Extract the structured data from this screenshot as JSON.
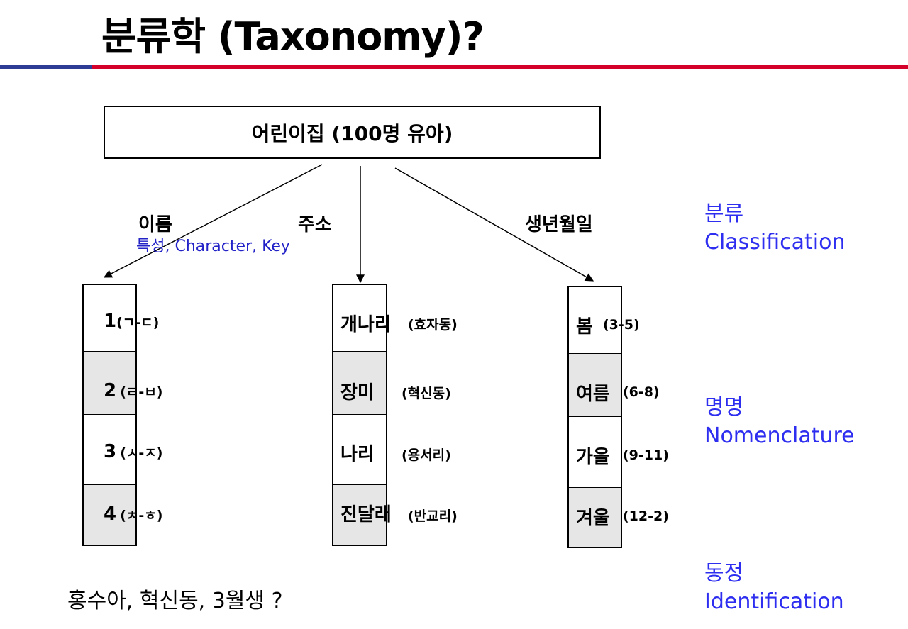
{
  "title": "분류학 (Taxonomy)?",
  "root": "어린이집 (100명 유아)",
  "branches": {
    "name": "이름",
    "address": "주소",
    "birth": "생년월일"
  },
  "key_note": "특성, Character, Key",
  "columns": {
    "name": [
      {
        "main": "1",
        "sub": "(ㄱ-ㄷ)"
      },
      {
        "main": "2",
        "sub": "(ㄹ-ㅂ)"
      },
      {
        "main": "3",
        "sub": "(ㅅ-ㅈ)"
      },
      {
        "main": "4",
        "sub": "(ㅊ-ㅎ)"
      }
    ],
    "address": [
      {
        "main": "개나리",
        "sub": "(효자동)"
      },
      {
        "main": "장미",
        "sub": "(혁신동)"
      },
      {
        "main": "나리",
        "sub": "(용서리)"
      },
      {
        "main": "진달래",
        "sub": "(반교리)"
      }
    ],
    "birth": [
      {
        "main": "봄",
        "sub": "(3-5)"
      },
      {
        "main": "여름",
        "sub": "(6-8)"
      },
      {
        "main": "가을",
        "sub": "(9-11)"
      },
      {
        "main": "겨울",
        "sub": "(12-2)"
      }
    ]
  },
  "side_terms": {
    "classification": {
      "ko": "분류",
      "en": "Classification"
    },
    "nomenclature": {
      "ko": "명명",
      "en": "Nomenclature"
    },
    "identification": {
      "ko": "동정",
      "en": "Identification"
    }
  },
  "question": "홍수아, 혁신동, 3월생 ?",
  "colors": {
    "accent_blue": "#2e2ef0",
    "rule_red": "#d4002a",
    "rule_blue": "#2e3c96",
    "cell_shade": "#e6e6e6"
  }
}
